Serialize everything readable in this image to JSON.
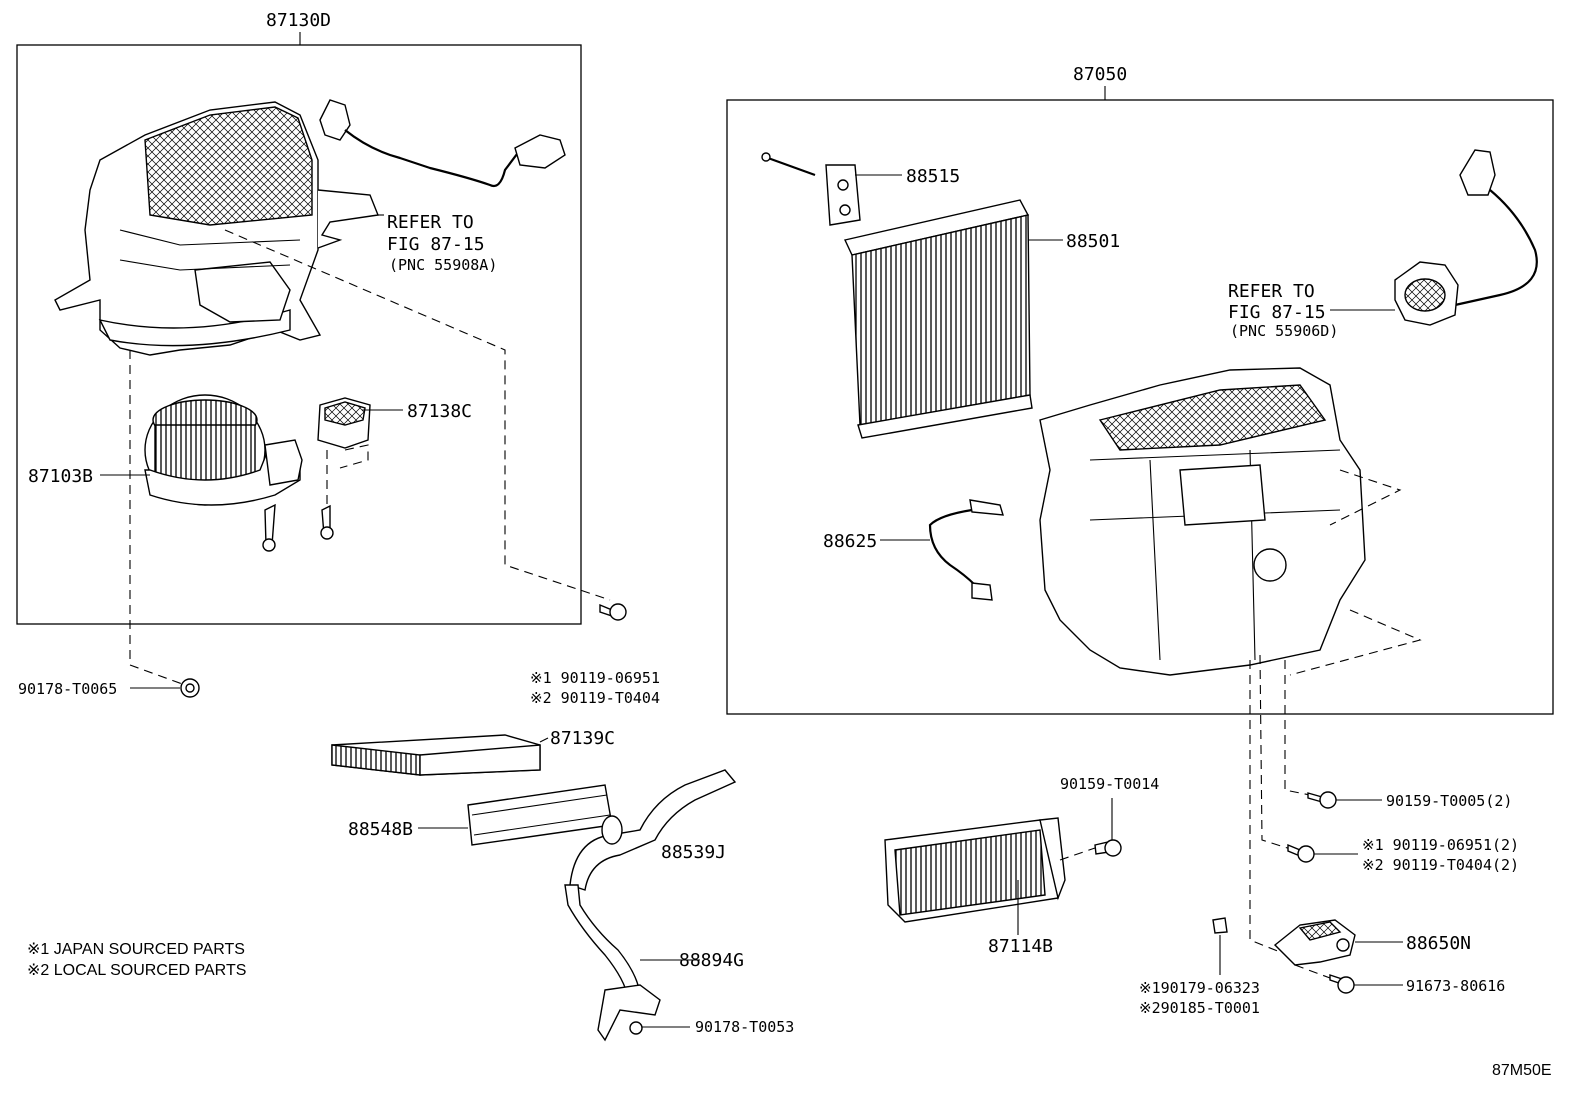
{
  "labels": {
    "l87130D": "87130D",
    "l87050": "87050",
    "refer1": [
      "REFER TO",
      "FIG 87-15",
      "(PNC 55908A)"
    ],
    "refer2": [
      "REFER TO",
      "FIG 87-15",
      "(PNC 55906D)"
    ],
    "l87138C": "87138C",
    "l87103B": "87103B",
    "l88515": "88515",
    "l88501": "88501",
    "l88625": "88625",
    "l90178a": "90178-T0065",
    "l90119a1": "※1 90119-06951",
    "l90119a2": "※2 90119-T0404",
    "l87139C": "87139C",
    "l88548B": "88548B",
    "l88539J": "88539J",
    "l88894G": "88894G",
    "l90178b": "90178-T0053",
    "l90159a": "90159-T0014",
    "l87114B": "87114B",
    "l90159b": "90159-T0005(2)",
    "l90119b1": "※1 90119-06951(2)",
    "l90119b2": "※2 90119-T0404(2)",
    "l88650N": "88650N",
    "l91673": "91673-80616",
    "l90179": "※190179-06323",
    "l90185": "※290185-T0001",
    "note1": "※1 JAPAN SOURCED PARTS",
    "note2": "※2 LOCAL SOURCED PARTS",
    "figcode": "87M50E"
  }
}
